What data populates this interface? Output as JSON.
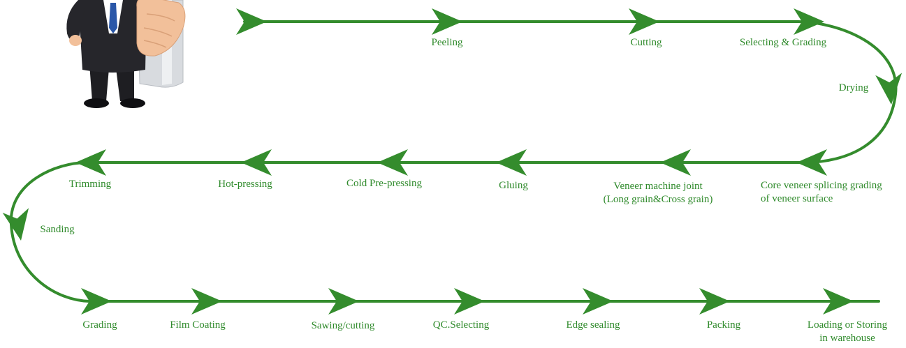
{
  "colors": {
    "flow": "#348c2d",
    "label": "#2f8a2b",
    "suit": "#1e1e22",
    "tie": "#2a57a8",
    "skin": "#f2c09a",
    "scroll": "#d8dbdf"
  },
  "illustration": {
    "name": "businessman-holding-scroll-icon"
  },
  "steps": [
    {
      "label": "Peeling"
    },
    {
      "label": "Cutting"
    },
    {
      "label": "Selecting & Grading"
    },
    {
      "label": "Drying"
    },
    {
      "label": "Core veneer splicing grading\nof veneer surface"
    },
    {
      "label": "Veneer machine joint\n(Long grain&Cross grain)"
    },
    {
      "label": "Gluing"
    },
    {
      "label": "Cold Pre-pressing"
    },
    {
      "label": "Hot-pressing"
    },
    {
      "label": "Trimming"
    },
    {
      "label": "Sanding"
    },
    {
      "label": "Grading"
    },
    {
      "label": "Film Coating"
    },
    {
      "label": "Sawing/cutting"
    },
    {
      "label": "QC.Selecting"
    },
    {
      "label": "Edge sealing"
    },
    {
      "label": "Packing"
    },
    {
      "label": "Loading or Storing\nin warehouse"
    }
  ]
}
